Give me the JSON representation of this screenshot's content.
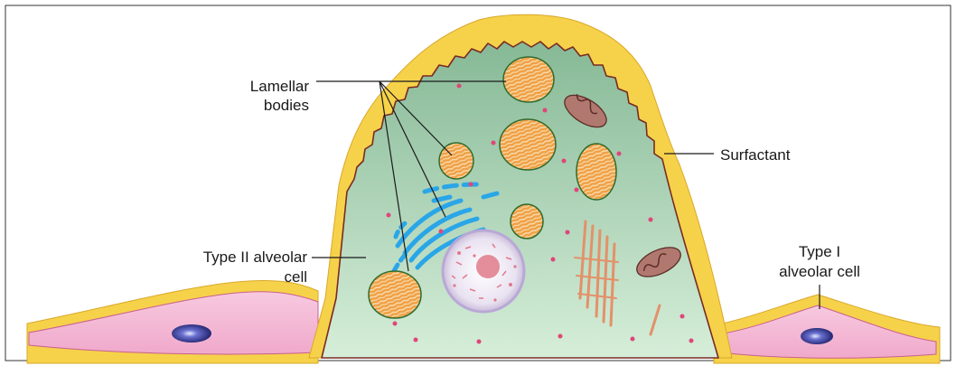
{
  "labels": {
    "lamellar_line1": "Lamellar",
    "lamellar_line2": "bodies",
    "surfactant": "Surfactant",
    "type2_line1": "Type II alveolar",
    "type2_line2": "cell",
    "type1_line1": "Type I",
    "type1_line2": "alveolar cell"
  },
  "colors": {
    "frame": "#333333",
    "surfactant": "#f6d24a",
    "surfactant_edge": "#d9a82a",
    "cytoplasm_top": "#8fbf9e",
    "cytoplasm_bottom": "#d5ecd9",
    "cell_outline": "#7a2a22",
    "lamellar_fill": "#f0a045",
    "lamellar_stripe": "#f7d7a3",
    "lamellar_edge": "#2f6b2f",
    "er": "#2aa6e8",
    "nucleus_fill": "#ece6f2",
    "nucleus_chromatin": "#e07a8a",
    "type1_cell": "#f3b8d6",
    "type1_nucleus": "#2b2f8a",
    "mitochondria": "#b1786f",
    "dots": "#e0457a"
  }
}
